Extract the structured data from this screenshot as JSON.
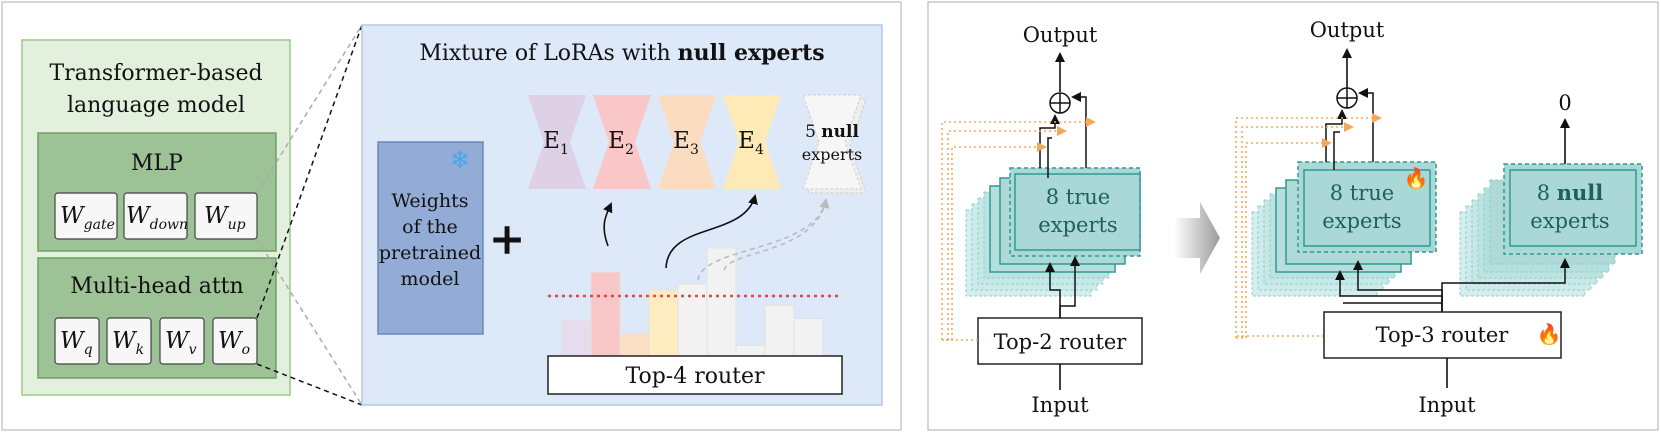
{
  "left_panel": {
    "lm_title_line1": "Transformer-based",
    "lm_title_line2": "language model",
    "mlp": {
      "title": "MLP",
      "weights": [
        {
          "base": "W",
          "sub": "gate"
        },
        {
          "base": "W",
          "sub": "down"
        },
        {
          "base": "W",
          "sub": "up"
        }
      ]
    },
    "attn": {
      "title": "Multi-head attn",
      "weights": [
        {
          "base": "W",
          "sub": "q"
        },
        {
          "base": "W",
          "sub": "k"
        },
        {
          "base": "W",
          "sub": "v"
        },
        {
          "base": "W",
          "sub": "o"
        }
      ]
    },
    "mixture": {
      "title_prefix": "Mixture of LoRAs with ",
      "title_bold": "null experts",
      "weights_lines": [
        "Weights",
        "of the",
        "pretrained",
        "model"
      ],
      "snowflake": "❄",
      "plus": "+",
      "experts": [
        {
          "base": "E",
          "sub": "1",
          "color": "#ded1e6"
        },
        {
          "base": "E",
          "sub": "2",
          "color": "#f9c7c7"
        },
        {
          "base": "E",
          "sub": "3",
          "color": "#fbdcc0"
        },
        {
          "base": "E",
          "sub": "4",
          "color": "#fdeab6"
        }
      ],
      "null_expert": {
        "count": "5",
        "bold": "null",
        "label": "experts"
      },
      "router_label": "Top-4 router",
      "bars": [
        {
          "value": 0.24,
          "color": "#e7dcee"
        },
        {
          "value": 0.56,
          "color": "#f9c7c7"
        },
        {
          "value": 0.15,
          "color": "#fbe0c6"
        },
        {
          "value": 0.44,
          "color": "#fdecc0"
        },
        {
          "value": 0.48,
          "color": "#f2f2f2"
        },
        {
          "value": 0.72,
          "color": "#f2f2f2"
        },
        {
          "value": 0.07,
          "color": "#f2f2f2"
        },
        {
          "value": 0.34,
          "color": "#f2f2f2"
        },
        {
          "value": 0.25,
          "color": "#f2f2f2"
        }
      ],
      "threshold": 0.4
    }
  },
  "right_panel": {
    "before": {
      "output_label": "Output",
      "input_label": "Input",
      "experts_line1": "8 true",
      "experts_line2": "experts",
      "router_label": "Top-2 router"
    },
    "after": {
      "output_label": "Output",
      "input_label": "Input",
      "true_line1": "8 true",
      "true_line2": "experts",
      "null_prefix": "8 ",
      "null_bold": "null",
      "null_line2": "experts",
      "zero_label": "0",
      "router_label": "Top-3 router",
      "fire": "🔥"
    }
  },
  "colors": {
    "lm_bg": "#e4f0de",
    "lm_border": "#9cc98a",
    "block_bg": "#9cc296",
    "mixture_bg": "#dde8f8",
    "weights_bg": "#92acd6",
    "expert_fill": "#a9d8d6",
    "expert_border": "#2f9a94",
    "orange": "#f2a95c",
    "red_dash": "#e04848"
  }
}
